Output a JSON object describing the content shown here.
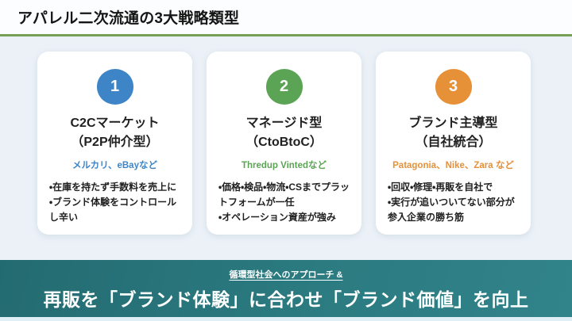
{
  "header": {
    "title": "アパレル二次流通の3大戦略類型"
  },
  "colors": {
    "rule_green": "#76a055",
    "banner_teal": "#2b7b81",
    "blue": "#3d85c6",
    "green": "#5ca455",
    "orange": "#e69138"
  },
  "cards": [
    {
      "number": "1",
      "accent_color": "#3d85c6",
      "title_line1": "C2Cマーケット",
      "title_line2": "（P2P仲介型）",
      "examples": "メルカリ、eBayなど",
      "bullets": [
        "・在庫を持たず手数料を売上に",
        "・ブランド体験をコントロールし辛い"
      ]
    },
    {
      "number": "2",
      "accent_color": "#5ca455",
      "title_line1": "マネージド型",
      "title_line2": "（CtoBtoC）",
      "examples": "Thredup Vintedなど",
      "bullets": [
        "・価格・検品・物流・CSまでプラットフォームが一任",
        "・オペレーション資産が強み"
      ]
    },
    {
      "number": "3",
      "accent_color": "#e69138",
      "title_line1": "ブランド主導型",
      "title_line2": "（自社統合）",
      "examples": "Patagonia、Nike、Zara など",
      "bullets": [
        "・回収・修理・再販を自社で",
        "・実行が追いついてない部分が参入企業の勝ち筋"
      ]
    }
  ],
  "banner": {
    "subtitle": "循環型社会へのアプローチ &",
    "title": "再販を「ブランド体験」に合わせ「ブランド価値」を向上"
  }
}
